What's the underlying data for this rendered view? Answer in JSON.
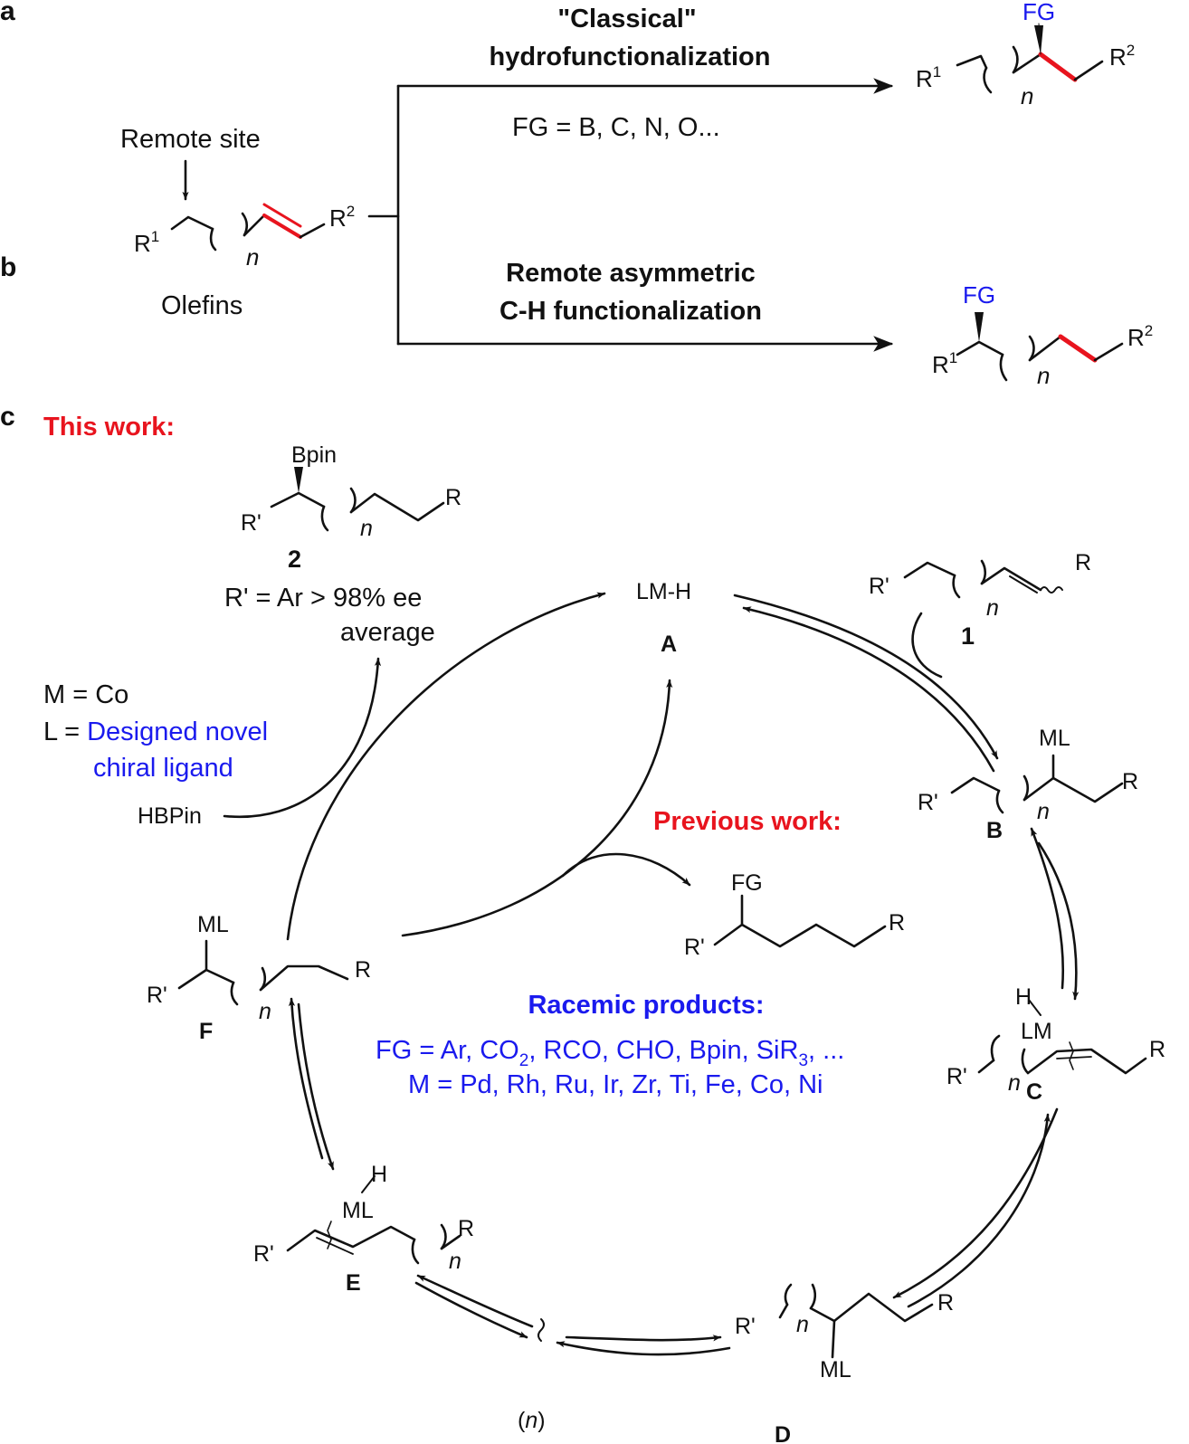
{
  "panels": {
    "a": "a",
    "b": "b",
    "c": "c"
  },
  "top": {
    "remote_site": "Remote site",
    "olefins": "Olefins",
    "classical_1": "\"Classical\"",
    "classical_2": "hydrofunctionalization",
    "fg_list": "FG = B, C, N, O...",
    "remote_1": "Remote asymmetric",
    "remote_2": "C-H functionalization"
  },
  "labels": {
    "R1": "R",
    "R2": "R",
    "sup1": "1",
    "sup2": "2",
    "FG": "FG",
    "n": "n",
    "R": "R",
    "Rp": "R'",
    "ML": "ML",
    "LM": "LM",
    "H": "H",
    "Bpin": "Bpin"
  },
  "cycle": {
    "this_work": "This work:",
    "cmpd2": "2",
    "ee_1": "R' = Ar > 98% ee",
    "ee_2": "average",
    "m_eq": "M = Co",
    "l_eq": "L = ",
    "l_blue_1": "Designed novel",
    "l_blue_2": "chiral ligand",
    "hbpin": "HBPin",
    "lmh": "LM-H",
    "A": "A",
    "B": "B",
    "C": "C",
    "D": "D",
    "E": "E",
    "F": "F",
    "cmpd1": "1",
    "previous": "Previous work:",
    "racemic": "Racemic products:",
    "fg_prefix": "FG = Ar, CO",
    "fg_mid": ", RCO, CHO, Bpin, SiR",
    "fg_suffix": ", ...",
    "sub2": "2",
    "sub3": "3",
    "metals": "M = Pd, Rh, Ru, Ir, Zr, Ti, Fe, Co, Ni",
    "n_paren": "n",
    "paren_open": "(",
    "paren_close": ")"
  },
  "colors": {
    "red": "#e8141e",
    "blue": "#1a1aee",
    "ink": "#111111"
  }
}
